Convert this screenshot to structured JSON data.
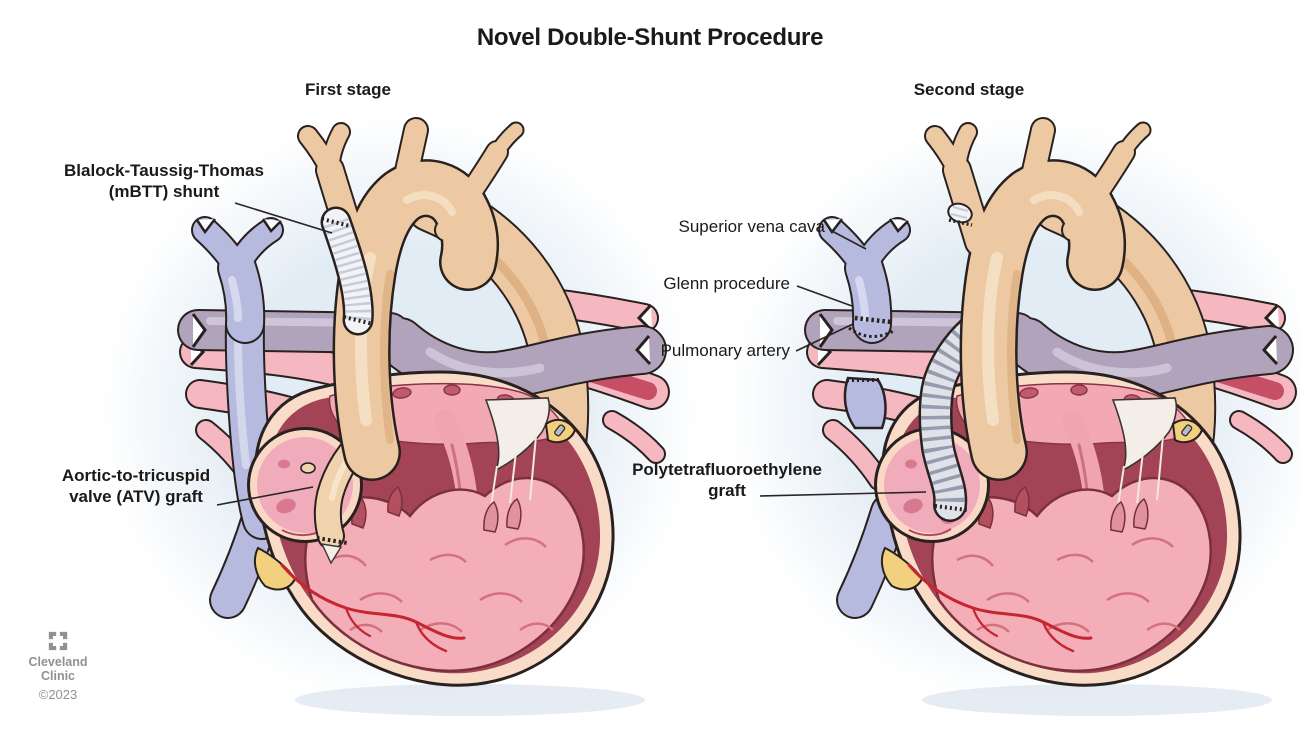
{
  "title": "Novel Double-Shunt Procedure",
  "stages": {
    "first": "First stage",
    "second": "Second stage"
  },
  "annotations": {
    "mbtt": {
      "line1": "Blalock-Taussig-Thomas",
      "line2": "(mBTT) shunt"
    },
    "atv": {
      "line1": "Aortic-to-tricuspid",
      "line2": "valve (ATV) graft"
    },
    "svc": {
      "text": "Superior vena cava"
    },
    "glenn": {
      "text": "Glenn procedure"
    },
    "pa": {
      "text": "Pulmonary artery"
    },
    "ptfe": {
      "line1": "Polytetrafluoroethylene",
      "line2": "graft"
    }
  },
  "footer": {
    "logo_line1": "Cleveland",
    "logo_line2": "Clinic",
    "copyright": "©2023"
  },
  "colors": {
    "text": "#1c1a19",
    "logo_gray": "#8f9194",
    "aorta_tan": "#ecc9a2",
    "aorta_shade": "#d8a877",
    "svc_lavender": "#b6badf",
    "pulmonary_purple": "#b1a3bb",
    "vein_pink": "#f5b8c1",
    "atrium_pink": "#f1acbc",
    "chamber_dark_red": "#a34456",
    "muscle_pink": "#f3aeb8",
    "heart_rim_cream": "#f8dcc7",
    "fat_yellow": "#f3d07d",
    "shunt_white": "#f2f3f7",
    "graft_gray": "#e0e2ea",
    "coronary_red": "#c52631",
    "glow_blue": "#dfeaf3",
    "outline": "#29211f"
  }
}
